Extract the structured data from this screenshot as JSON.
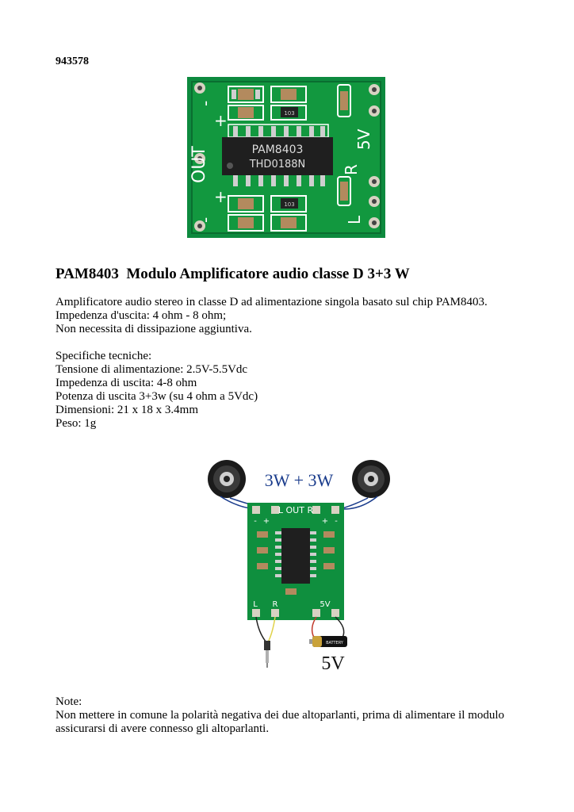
{
  "doc": {
    "code": "943578",
    "title": "PAM8403  Modulo Amplificatore audio classe D 3+3 W",
    "intro": [
      "Amplificatore audio stereo in classe D ad alimentazione singola basato sul chip PAM8403.",
      "Impedenza d'uscita: 4 ohm - 8 ohm;",
      "Non necessita di dissipazione aggiuntiva."
    ],
    "specs": [
      "Specifiche tecniche:",
      "Tensione di alimentazione: 2.5V-5.5Vdc",
      "Impedenza di uscita: 4-8 ohm",
      "Potenza di uscita 3+3w (su 4 ohm a 5Vdc)",
      "Dimensioni: 21 x 18 x 3.4mm",
      "Peso: 1g"
    ],
    "notes": [
      "Note:",
      "Non mettere in comune la polarità negativa dei due altoparlanti, prima di alimentare il modulo",
      "assicurarsi di avere connesso gli altoparlanti."
    ]
  },
  "photo": {
    "chip_line1": "PAM8403",
    "chip_line2": "THD0188N",
    "silk_out": "OUT",
    "silk_5v": "5V",
    "silk_r": "R",
    "silk_l": "L",
    "silk_plus": "+",
    "silk_minus": "-",
    "resistor_code": "103"
  },
  "wiring": {
    "power_label": "3W + 3W",
    "header": "L OUT R",
    "label_l": "L",
    "label_r": "R",
    "label_5v": "5V",
    "supply": "5V",
    "battery_text": "BATTERY",
    "plus": "+",
    "minus": "-"
  }
}
